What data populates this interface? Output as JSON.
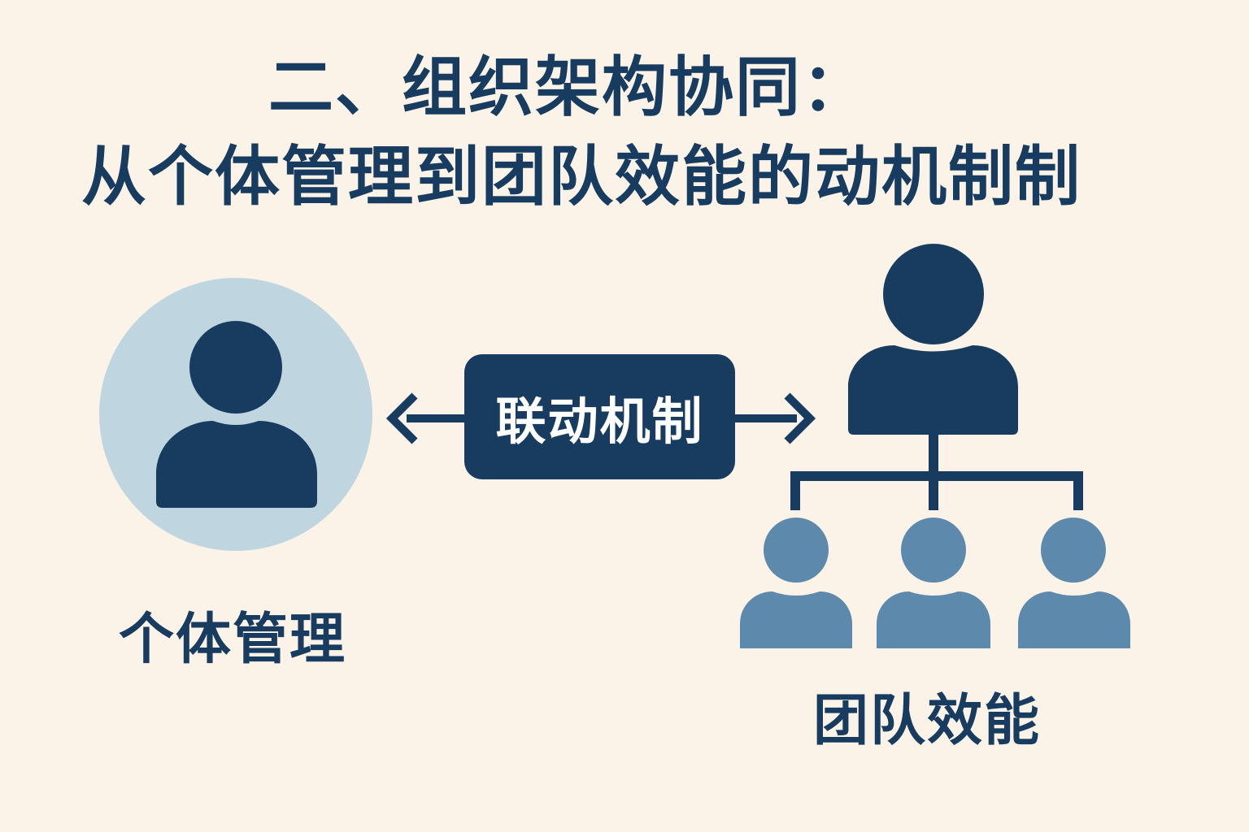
{
  "title": {
    "line1": "二、组织架构协同：",
    "line2": "从个体管理到团队效能的动机制制"
  },
  "left_node": {
    "label": "个体管理",
    "icon": "person-icon"
  },
  "link": {
    "label": "联动机制",
    "icon": "double-arrow-icon"
  },
  "right_node": {
    "label": "团队效能",
    "icon": "team-hierarchy-icon"
  },
  "colors": {
    "background": "#fbf3e7",
    "primary": "#173c60",
    "circle": "#bfd6e1",
    "member": "#5d89ad",
    "text_on_primary": "#ffffff"
  }
}
